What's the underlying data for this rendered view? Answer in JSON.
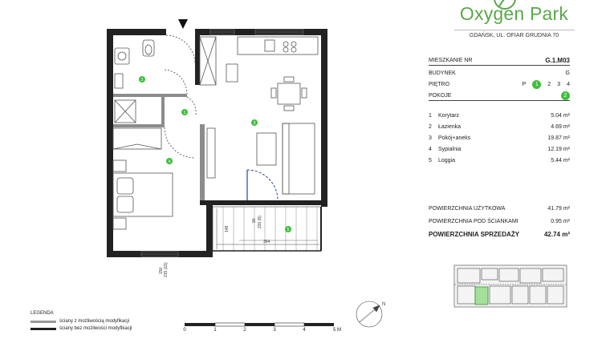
{
  "brand": {
    "name": "Oxygen Park",
    "address": "GDAŃSK, UL. OFIAR GRUDNIA 70"
  },
  "info": {
    "apartment_label": "MIESZKANIE NR",
    "apartment_value": "G.1.M03",
    "building_label": "BUDYNEK",
    "building_value": "G",
    "floor_label": "PIĘTRO",
    "floors": [
      "P",
      "1",
      "2",
      "3",
      "4"
    ],
    "floor_selected": "1",
    "rooms_label": "POKOJE",
    "rooms_value": "2"
  },
  "rooms": [
    {
      "num": "1",
      "name": "Korytarz",
      "area": "5.04 m²"
    },
    {
      "num": "2",
      "name": "Łazienka",
      "area": "4.69 m²"
    },
    {
      "num": "3",
      "name": "Pokój+aneks",
      "area": "19.87 m²"
    },
    {
      "num": "4",
      "name": "Sypialnia",
      "area": "12.19 m²"
    },
    {
      "num": "5",
      "name": "Loggia",
      "area": "5.44 m²"
    }
  ],
  "totals": {
    "usable_label": "POWIERZCHNIA UŻYTKOWA",
    "usable_value": "41.79 m²",
    "under_walls_label": "POWIERZCHNIA POD ŚCIANKAMI",
    "under_walls_value": "0.95 m²",
    "sale_label": "POWIERZCHNIA SPRZEDAŻY",
    "sale_value": "42.74 m²"
  },
  "plan_labels": {
    "room_markers": [
      "1",
      "2",
      "3",
      "4",
      "5"
    ],
    "dim_364": "364",
    "dim_148": "148",
    "dim_90": "90",
    "dim_220": "220 (5)",
    "dim_150": "150",
    "dim_215": "215 (15)"
  },
  "legend": {
    "title": "LEGENDA",
    "item1": "ściany z możliwością modyfikacji",
    "item2": "ściany bez możliwości modyfikacji",
    "item1_color": "#9a9a9a",
    "item2_color": "#222222"
  },
  "scale": {
    "ticks": [
      "0",
      "1",
      "2",
      "3",
      "4",
      "5 M"
    ]
  },
  "accent_color": "#3fbf3f"
}
